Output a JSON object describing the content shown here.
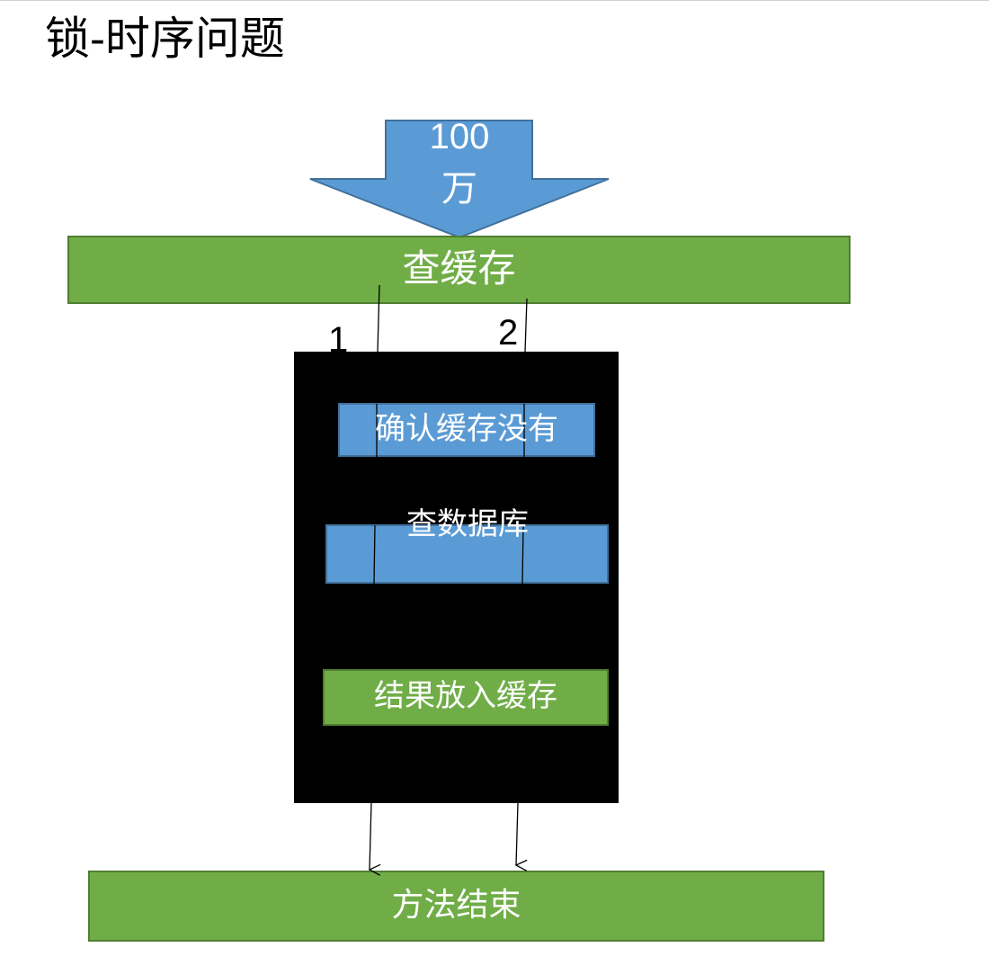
{
  "title": "锁-时序问题",
  "arrow": {
    "label_line1": "100",
    "label_line2": "万",
    "color": "#5b9bd5"
  },
  "boxes": {
    "query_cache": "查缓存",
    "confirm_cache_empty": "确认缓存没有",
    "query_database": "查数据库",
    "put_result_in_cache": "结果放入缓存",
    "method_end": "方法结束"
  },
  "threads": [
    "1",
    "2"
  ],
  "colors": {
    "green": "#70ad47",
    "green_border": "#507e32",
    "blue": "#5b9bd5",
    "blue_border": "#41719c",
    "lock_block": "#000000"
  }
}
